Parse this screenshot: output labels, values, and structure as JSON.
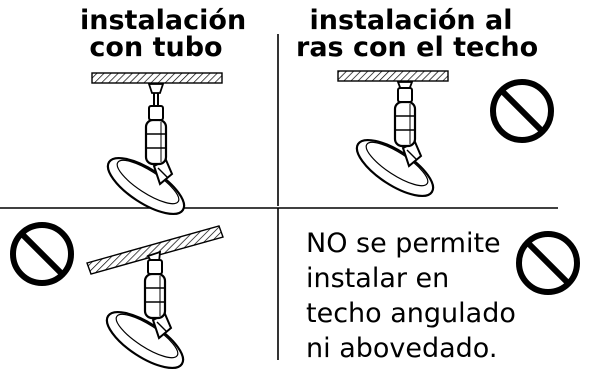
{
  "panels": {
    "downrod": {
      "title_line1": "instalación",
      "title_line2": "con tubo"
    },
    "flush": {
      "title_line1": "instalación al",
      "title_line2": "ras con el techo",
      "prohibited_icon": "prohibited-icon"
    },
    "angled": {
      "prohibited_icon": "prohibited-icon"
    },
    "notice": {
      "line1": "NO se permite",
      "line2": "instalar en",
      "line3": "techo angulado",
      "line4": "ni abovedado.",
      "prohibited_icon": "prohibited-icon"
    }
  },
  "colors": {
    "ink": "#000000",
    "metal": "#ffffff",
    "hatch_fill": "#e6e6e6"
  }
}
